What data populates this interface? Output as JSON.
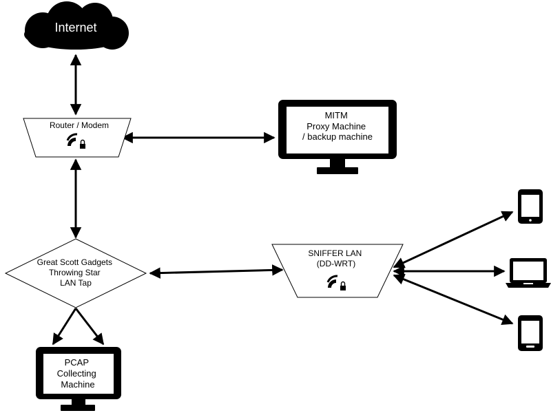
{
  "nodes": {
    "internet": {
      "label": "Internet",
      "shape": "cloud",
      "fill": "#000000",
      "text_color": "#ffffff"
    },
    "router": {
      "lines": [
        "Router / Modem"
      ],
      "shape": "trapezoid",
      "icon": "wifi-lock-icon"
    },
    "mitm": {
      "lines": [
        "MITM",
        "Proxy Machine",
        "/ backup machine"
      ],
      "shape": "monitor",
      "icon": "monitor-icon"
    },
    "lan_tap": {
      "lines": [
        "Great Scott Gadgets",
        "Throwing Star",
        "LAN Tap"
      ],
      "shape": "diamond"
    },
    "sniffer": {
      "lines": [
        "SNIFFER LAN",
        "(DD-WRT)"
      ],
      "shape": "trapezoid",
      "icon": "wifi-lock-icon"
    },
    "pcap": {
      "lines": [
        "PCAP",
        "Collecting",
        "Machine"
      ],
      "shape": "monitor",
      "icon": "monitor-icon"
    },
    "devices": [
      {
        "kind": "tablet",
        "icon": "tablet-icon"
      },
      {
        "kind": "laptop",
        "icon": "laptop-icon"
      },
      {
        "kind": "tablet",
        "icon": "tablet-icon"
      }
    ]
  },
  "edges": [
    {
      "from": "internet",
      "to": "router",
      "arrows": "both"
    },
    {
      "from": "router",
      "to": "mitm",
      "arrows": "both"
    },
    {
      "from": "router",
      "to": "lan_tap",
      "arrows": "both"
    },
    {
      "from": "lan_tap",
      "to": "sniffer",
      "arrows": "both"
    },
    {
      "from": "lan_tap",
      "to": "pcap",
      "arrows": "forward",
      "count": 2
    },
    {
      "from": "sniffer",
      "to": "devices.0",
      "arrows": "both"
    },
    {
      "from": "sniffer",
      "to": "devices.1",
      "arrows": "both"
    },
    {
      "from": "sniffer",
      "to": "devices.2",
      "arrows": "both"
    }
  ],
  "colors": {
    "line": "#000000",
    "node_fill": "#ffffff",
    "screen": "#ffffff"
  }
}
